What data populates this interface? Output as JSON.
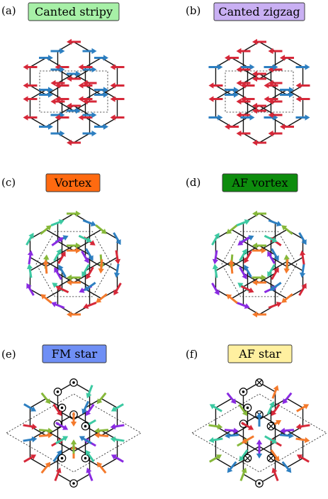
{
  "panels": [
    {
      "id": "a",
      "label": "(a)",
      "title": "Canted stripy",
      "title_color": "#a7f0a7",
      "pattern": "stripy",
      "cell": "square"
    },
    {
      "id": "b",
      "label": "(b)",
      "title": "Canted zigzag",
      "title_color": "#c9b0f3",
      "pattern": "zigzag",
      "cell": "square"
    },
    {
      "id": "c",
      "label": "(c)",
      "title": "Vortex",
      "title_color": "#ff6a10",
      "pattern": "vortex",
      "cell": "hexagon"
    },
    {
      "id": "d",
      "label": "(d)",
      "title": "AF vortex",
      "title_color": "#0d8c0d",
      "pattern": "afvortex",
      "cell": "hexagon"
    },
    {
      "id": "e",
      "label": "(e)",
      "title": "FM star",
      "title_color": "#6f8ff5",
      "pattern": "fmstar",
      "cell": "rhombus"
    },
    {
      "id": "f",
      "label": "(f)",
      "title": "AF star",
      "title_color": "#fff0a0",
      "pattern": "afstar",
      "cell": "rhombus"
    }
  ],
  "colors": {
    "red": "#d62839",
    "blue": "#2d7fc1",
    "green": "#86b83a",
    "teal": "#3cc9a2",
    "purple": "#8a2be2",
    "orange": "#f47a2c",
    "bond": "#111111"
  }
}
